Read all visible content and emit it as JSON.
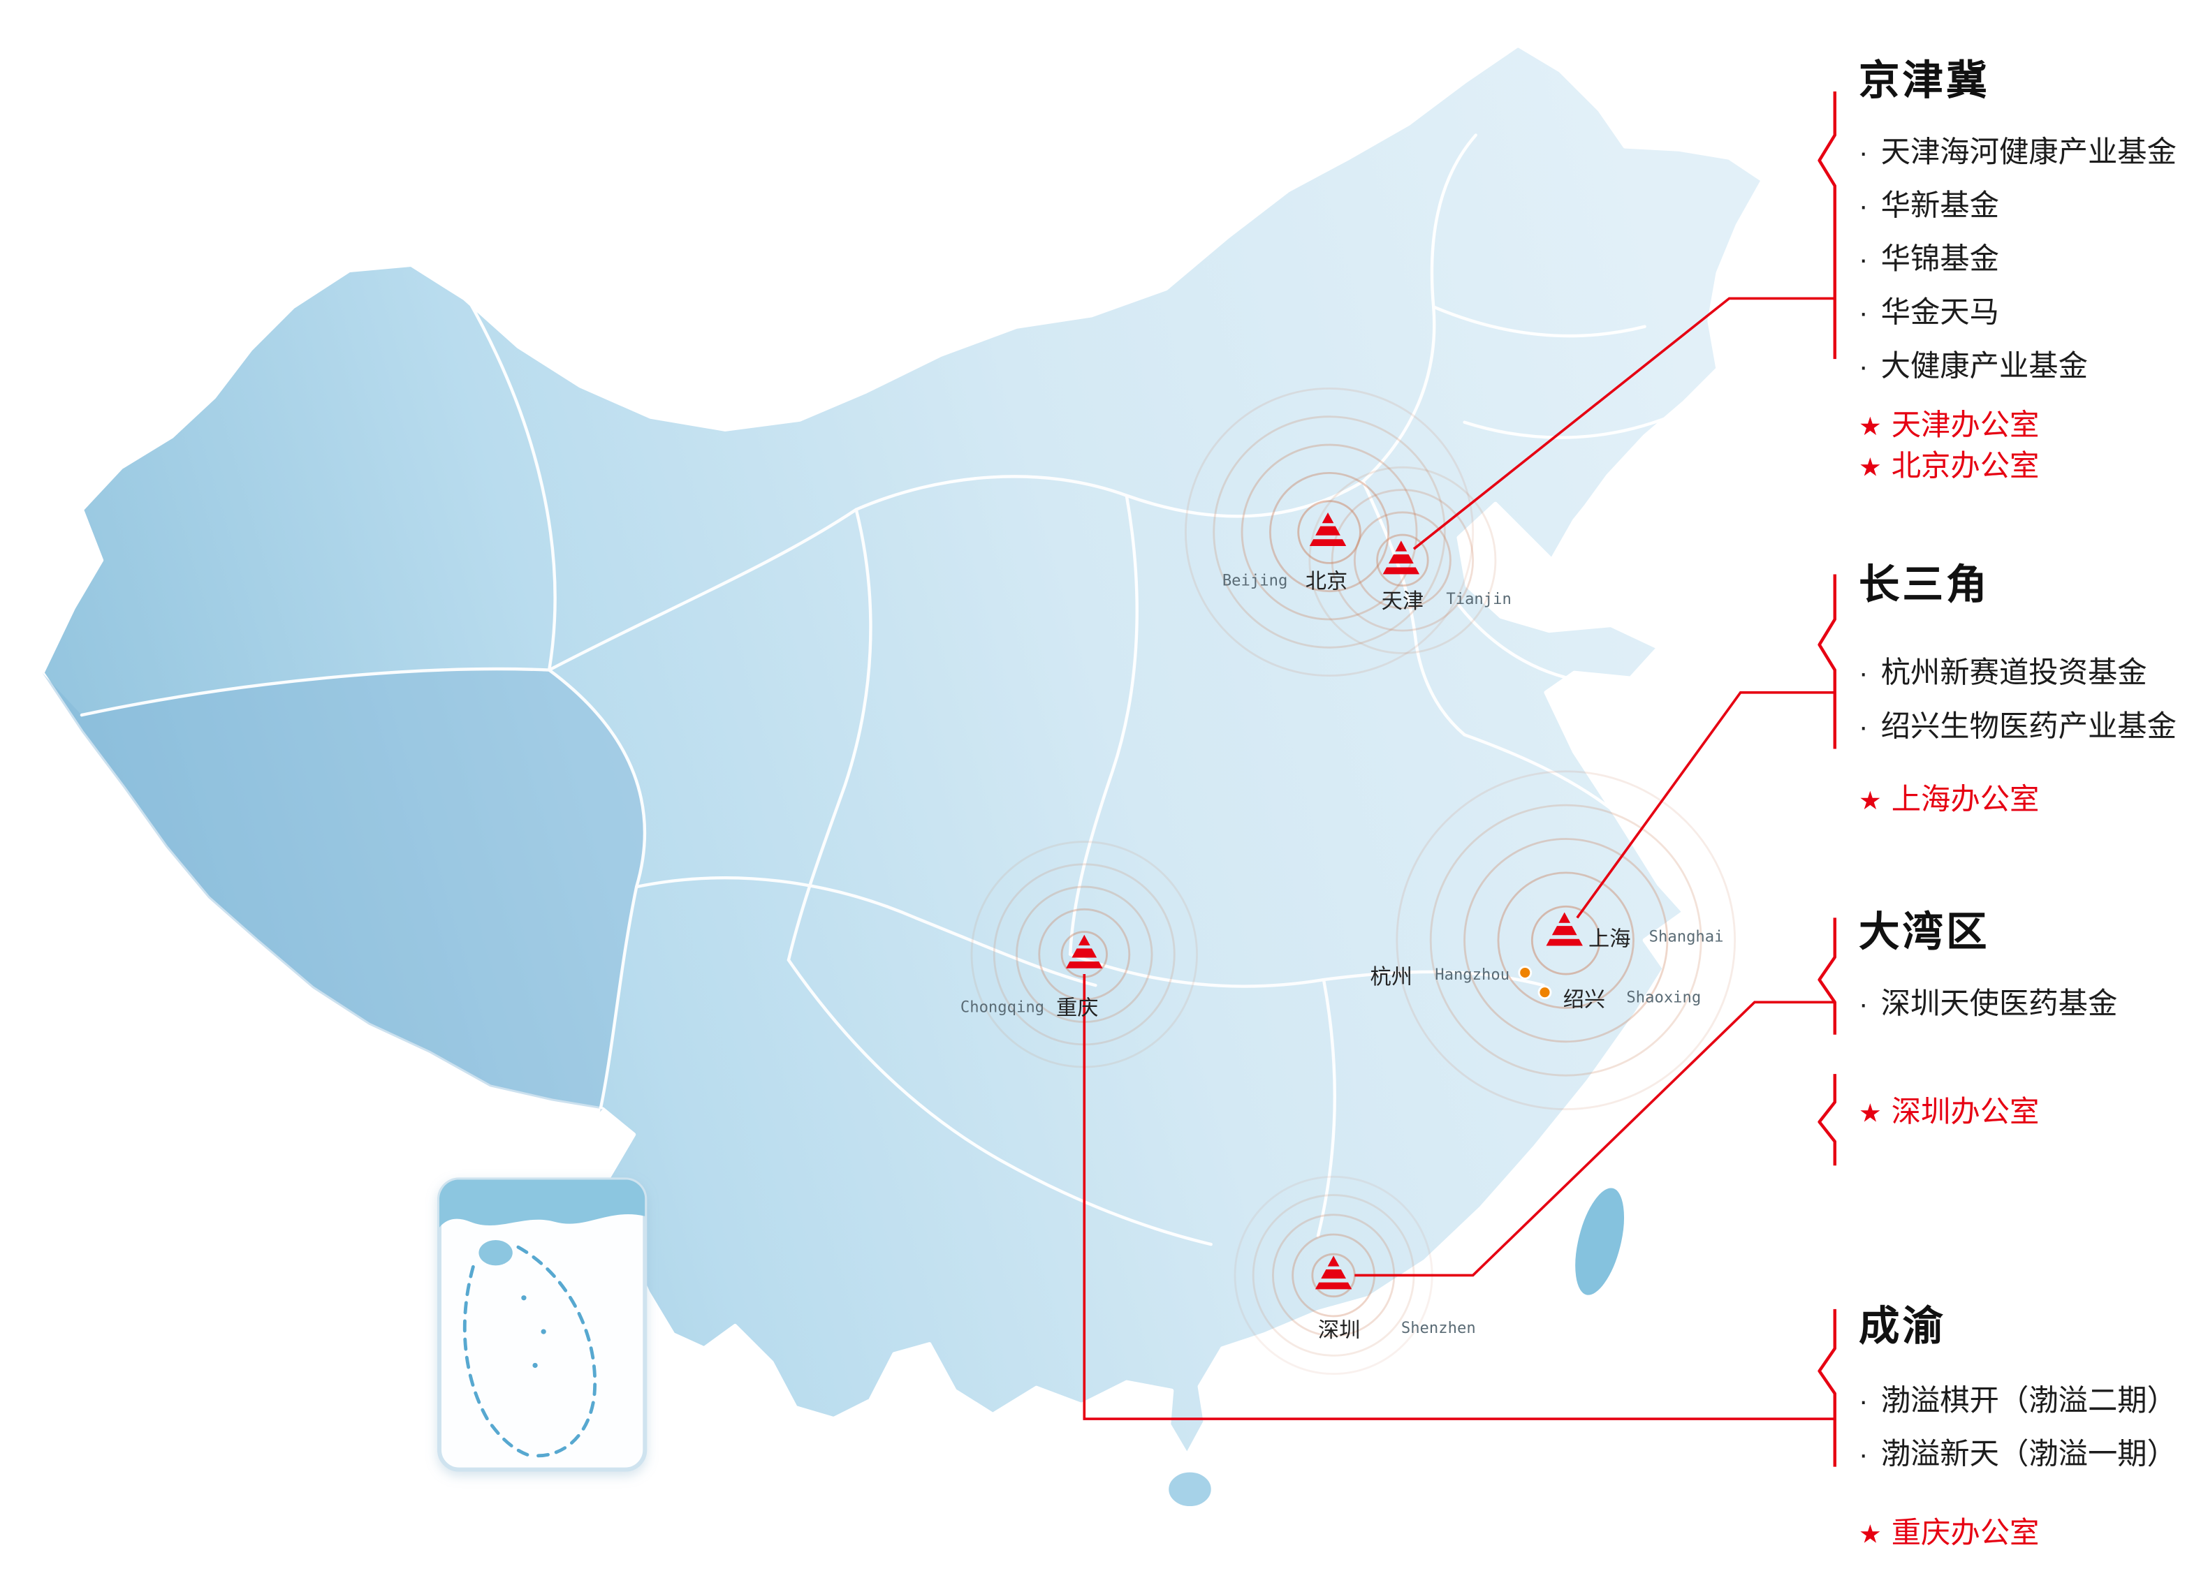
{
  "icons": {
    "star": "★",
    "bullet": "·"
  },
  "colors": {
    "accent_red": "#e60012",
    "land_light": "#ddeef7",
    "land_dark": "#8fc2dd",
    "ripple": "#c97a54",
    "orange_dot": "#ef8200",
    "inset_sea_line": "#57a8d0"
  },
  "regions": [
    {
      "title": "京津冀",
      "funds": [
        "天津海河健康产业基金",
        "华新基金",
        "华锦基金",
        "华金天马",
        "大健康产业基金"
      ],
      "offices": [
        "天津办公室",
        "北京办公室"
      ]
    },
    {
      "title": "长三角",
      "funds": [
        "杭州新赛道投资基金",
        "绍兴生物医药产业基金"
      ],
      "offices": [
        "上海办公室"
      ]
    },
    {
      "title": "大湾区",
      "funds": [
        "深圳天使医药基金"
      ],
      "offices": [
        "深圳办公室"
      ]
    },
    {
      "title": "成渝",
      "funds": [
        "渤溢棋开（渤溢二期）",
        "渤溢新天（渤溢一期）"
      ],
      "offices": [
        "重庆办公室"
      ]
    }
  ],
  "cities": [
    {
      "cn": "北京",
      "en": "Beijing"
    },
    {
      "cn": "天津",
      "en": "Tianjin"
    },
    {
      "cn": "上海",
      "en": "Shanghai"
    },
    {
      "cn": "杭州",
      "en": "Hangzhou"
    },
    {
      "cn": "绍兴",
      "en": "Shaoxing"
    },
    {
      "cn": "重庆",
      "en": "Chongqing"
    },
    {
      "cn": "深圳",
      "en": "Shenzhen"
    }
  ]
}
